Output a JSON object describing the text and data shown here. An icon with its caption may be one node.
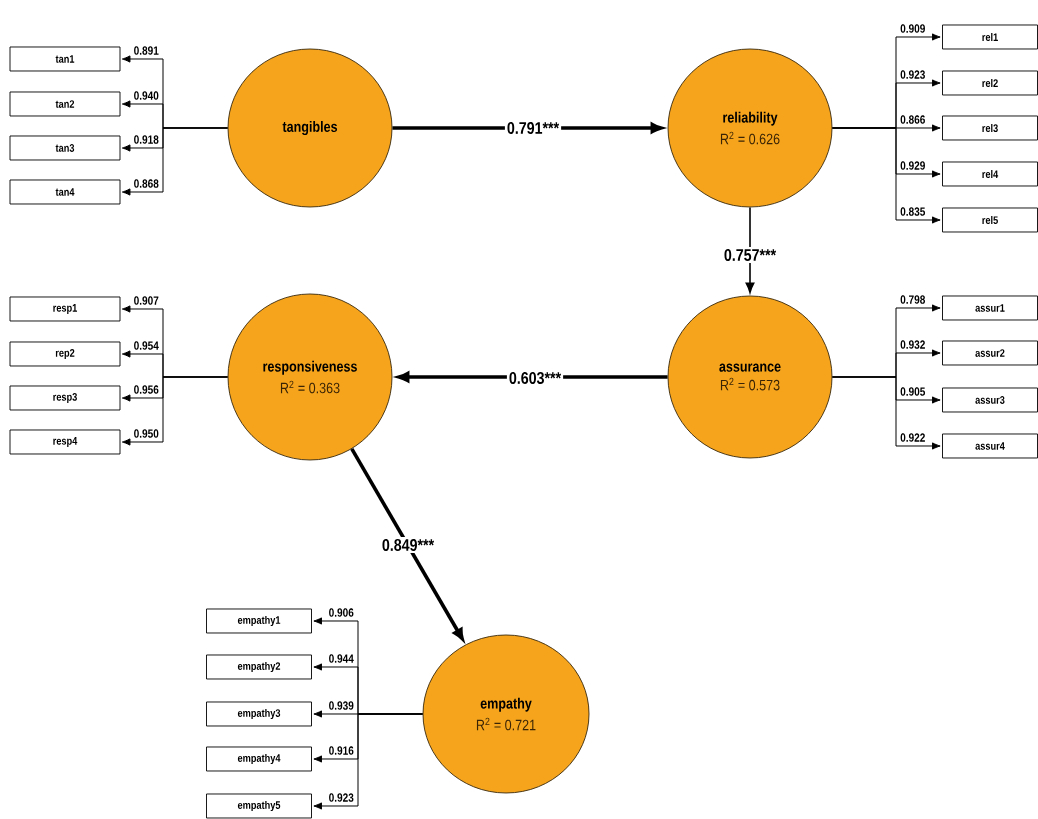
{
  "diagram": {
    "nodes": [
      {
        "text": [
          "tangibles"
        ]
      },
      {
        "text": [
          "reliability",
          "R$^{2}$ = 0.626"
        ]
      },
      {
        "text": [
          "responsiveness",
          "R$^{2}$ = 0.363"
        ]
      },
      {
        "text": [
          "assurance",
          "R$^{2}$ = 0.573"
        ]
      },
      {
        "text": [
          "empathy",
          "R$^{2}$ = 0.721"
        ]
      },
      {
        "text": [
          "tan1"
        ]
      },
      {
        "text": [
          "tan2"
        ]
      },
      {
        "text": [
          "tan3"
        ]
      },
      {
        "text": [
          "tan4"
        ]
      },
      {
        "text": [
          "rel1"
        ]
      },
      {
        "text": [
          "rel2"
        ]
      },
      {
        "text": [
          "rel3"
        ]
      },
      {
        "text": [
          "rel4"
        ]
      },
      {
        "text": [
          "rel5"
        ]
      },
      {
        "text": [
          "resp1"
        ]
      },
      {
        "text": [
          "rep2"
        ]
      },
      {
        "text": [
          "resp3"
        ]
      },
      {
        "text": [
          "resp4"
        ]
      },
      {
        "text": [
          "assur1"
        ]
      },
      {
        "text": [
          "assur2"
        ]
      },
      {
        "text": [
          "assur3"
        ]
      },
      {
        "text": [
          "assur4"
        ]
      },
      {
        "text": [
          "empathy1"
        ]
      },
      {
        "text": [
          "empathy2"
        ]
      },
      {
        "text": [
          "empathy3"
        ]
      },
      {
        "text": [
          "empathy4"
        ]
      },
      {
        "text": [
          "empathy5"
        ]
      }
    ],
    "edges": [
      {
        "from": 0,
        "to": 1,
        "arrow": "to",
        "label": "0.791***",
        "style": "thick"
      },
      {
        "from": 1,
        "to": 3,
        "arrow": "to",
        "label": "0.757***"
      },
      {
        "from": 3,
        "to": 2,
        "arrow": "to",
        "label": "0.603***",
        "style": "thick"
      },
      {
        "from": 2,
        "to": 4,
        "arrow": "to",
        "label": "0.849***",
        "style": "thick"
      },
      {
        "from": 0,
        "to": 5,
        "arrow": "to",
        "label": "0.891"
      },
      {
        "from": 0,
        "to": 6,
        "arrow": "to",
        "label": "0.940"
      },
      {
        "from": 0,
        "to": 7,
        "arrow": "to",
        "label": "0.918"
      },
      {
        "from": 0,
        "to": 8,
        "arrow": "to",
        "label": "0.868"
      },
      {
        "from": 1,
        "to": 9,
        "arrow": "to",
        "label": "0.909"
      },
      {
        "from": 1,
        "to": 10,
        "arrow": "to",
        "label": "0.923"
      },
      {
        "from": 1,
        "to": 11,
        "arrow": "to",
        "label": "0.866"
      },
      {
        "from": 1,
        "to": 12,
        "arrow": "to",
        "label": "0.929"
      },
      {
        "from": 1,
        "to": 13,
        "arrow": "to",
        "label": "0.835"
      },
      {
        "from": 2,
        "to": 14,
        "arrow": "to",
        "label": "0.907"
      },
      {
        "from": 2,
        "to": 15,
        "arrow": "to",
        "label": "0.954"
      },
      {
        "from": 2,
        "to": 16,
        "arrow": "to",
        "label": "0.956"
      },
      {
        "from": 2,
        "to": 17,
        "arrow": "to",
        "label": "0.950"
      },
      {
        "from": 3,
        "to": 18,
        "arrow": "to",
        "label": "0.798"
      },
      {
        "from": 3,
        "to": 19,
        "arrow": "to",
        "label": "0.932"
      },
      {
        "from": 3,
        "to": 20,
        "arrow": "to",
        "label": "0.905"
      },
      {
        "from": 3,
        "to": 21,
        "arrow": "to",
        "label": "0.922"
      },
      {
        "from": 4,
        "to": 22,
        "arrow": "to",
        "label": "0.906"
      },
      {
        "from": 4,
        "to": 23,
        "arrow": "to",
        "label": "0.944"
      },
      {
        "from": 4,
        "to": 24,
        "arrow": "to",
        "label": "0.939"
      },
      {
        "from": 4,
        "to": 25,
        "arrow": "to",
        "label": "0.916"
      },
      {
        "from": 4,
        "to": 26,
        "arrow": "to",
        "label": "0.923"
      }
    ]
  }
}
